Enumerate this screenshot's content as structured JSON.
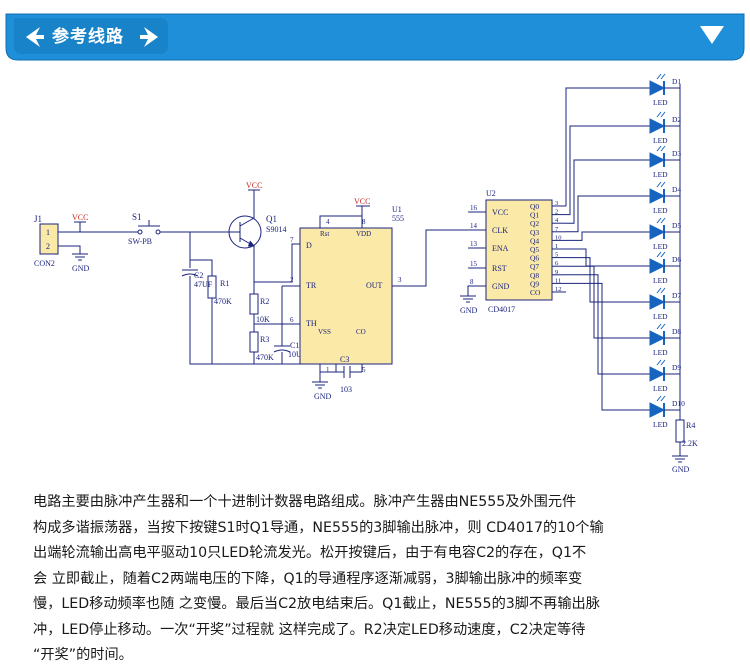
{
  "banner": {
    "title": "参考线路"
  },
  "colors": {
    "accent": "#1E8FD8",
    "wire": "#1a237e",
    "led": "#1565C0"
  },
  "icons": [
    "left-arrow-icon",
    "right-arrow-icon",
    "chevron-down-icon",
    "led-icon"
  ],
  "circuit": {
    "j1": {
      "ref": "J1",
      "pin1": "1",
      "pin2": "2",
      "part": "CON2"
    },
    "vcc": "VCC",
    "gnd": "GND",
    "s1": {
      "ref": "S1",
      "part": "SW-PB"
    },
    "q1": {
      "ref": "Q1",
      "part": "S9014"
    },
    "c2": {
      "ref": "C2",
      "value": "47UF"
    },
    "r1": {
      "ref": "R1",
      "value": "470K"
    },
    "r2": {
      "ref": "R2",
      "value": "10K"
    },
    "r3": {
      "ref": "R3",
      "value": "470K"
    },
    "c1": {
      "ref": "C1",
      "value": "10UF"
    },
    "c3": {
      "ref": "C3",
      "value": "103"
    },
    "u1": {
      "ref": "U1",
      "part": "555",
      "pins": {
        "d": "D",
        "tr": "TR",
        "th": "TH",
        "rst": "Rst",
        "vdd": "VDD",
        "out": "OUT",
        "vss": "VSS",
        "co": "CO"
      },
      "pin_numbers": {
        "d": "7",
        "tr": "2",
        "th": "6",
        "rst": "4",
        "vdd": "8",
        "out": "3",
        "vss": "1",
        "co": "5"
      }
    },
    "u2": {
      "ref": "U2",
      "part": "CD4017",
      "left_pins": [
        "VCC",
        "CLK",
        "ENA",
        "RST",
        "GND"
      ],
      "left_pin_numbers": [
        "16",
        "14",
        "13",
        "15",
        "8"
      ],
      "right_pins": [
        "Q0",
        "Q1",
        "Q2",
        "Q3",
        "Q4",
        "Q5",
        "Q6",
        "Q7",
        "Q8",
        "Q9",
        "CO"
      ],
      "right_pin_numbers": [
        "3",
        "2",
        "4",
        "7",
        "10",
        "1",
        "5",
        "6",
        "9",
        "11",
        "12"
      ]
    },
    "leds": [
      {
        "ref": "D1",
        "label": "LED"
      },
      {
        "ref": "D2",
        "label": "LED"
      },
      {
        "ref": "D3",
        "label": "LED"
      },
      {
        "ref": "D4",
        "label": "LED"
      },
      {
        "ref": "D5",
        "label": "LED"
      },
      {
        "ref": "D6",
        "label": "LED"
      },
      {
        "ref": "D7",
        "label": "LED"
      },
      {
        "ref": "D8",
        "label": "LED"
      },
      {
        "ref": "D9",
        "label": "LED"
      },
      {
        "ref": "D10",
        "label": "LED"
      }
    ],
    "r4": {
      "ref": "R4",
      "value": "2.2K"
    }
  },
  "description": "电路主要由脉冲产生器和一个十进制计数器电路组成。脉冲产生器由NE555及外围元件\n构成多谐振荡器，当按下按键S1时Q1导通，NE555的3脚输出脉冲，则 CD4017的10个输\n出端轮流输出高电平驱动10只LED轮流发光。松开按键后，由于有电容C2的存在，Q1不\n会 立即截止，随着C2两端电压的下降，Q1的导通程序逐渐减弱，3脚输出脉冲的频率变\n慢，LED移动频率也随 之变慢。最后当C2放电结束后。Q1截止，NE555的3脚不再输出脉\n冲，LED停止移动。一次“开奖”过程就 这样完成了。R2决定LED移动速度，C2决定等待\n“开奖”的时间。"
}
